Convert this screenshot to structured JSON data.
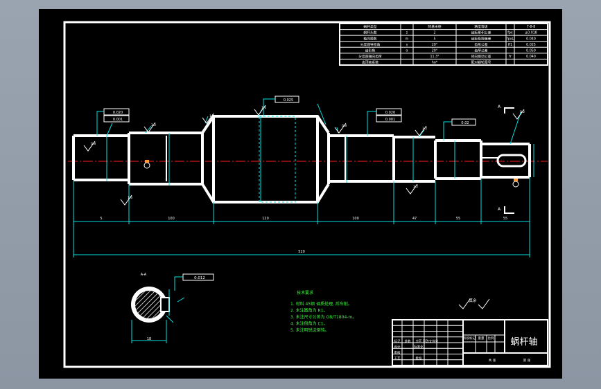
{
  "title_block": {
    "part_name": "蜗杆轴",
    "rows": [
      [
        "",
        "",
        "",
        ""
      ],
      [
        "标记",
        "处数",
        "分区",
        "更改文件号"
      ],
      [
        "设计",
        "",
        "标准化",
        ""
      ],
      [
        "审核",
        "",
        "",
        ""
      ],
      [
        "工艺",
        "",
        "批准",
        ""
      ]
    ],
    "right_labels": [
      "阶段标记",
      "重量",
      "比例",
      "共 张",
      "第 张"
    ]
  },
  "param_table": {
    "rows": [
      [
        "蜗杆类型",
        "",
        "阿基米德",
        "精度等级",
        "",
        "7-8-8"
      ],
      [
        "蜗杆头数",
        "z",
        "2",
        "齿距累积公差",
        "fpx",
        "±0.018"
      ],
      [
        "轴向模数",
        "m",
        "5",
        "齿距极限偏差",
        "fpxL",
        "0.040"
      ],
      [
        "分度圆导程角",
        "γ",
        "20°",
        "齿形公差",
        "ff1",
        "0.025"
      ],
      [
        "齿形角",
        "α",
        "20°",
        "齿厚公差",
        "",
        "0.050"
      ],
      [
        "分度圆轴向齿厚",
        "",
        "11.3°",
        "径向跳动公差",
        "fr",
        "0.040"
      ],
      [
        "齿顶高系数",
        "",
        "ha*",
        "配对蜗轮图号",
        "",
        ""
      ]
    ]
  },
  "dimensions": {
    "bottom_segments": [
      "5",
      "100",
      "120",
      "100",
      "47",
      "55",
      "55"
    ],
    "total": "520"
  },
  "tolerance_frames": {
    "left": [
      "0.020",
      "0.001"
    ],
    "center": "0.025",
    "right_a": [
      "0.020",
      "0.001"
    ],
    "right_b": "0.02",
    "section": "0.012"
  },
  "roughness_labels": [
    "0.8",
    "3.2",
    "1.6",
    "1.6",
    "0.8",
    "3.2",
    "1.6",
    "3.2",
    "3.2"
  ],
  "tech_requirements": {
    "heading": "技术要求",
    "lines": [
      "1. 材料 45钢 调质处理, 后车削。",
      "2. 未注圆角为 R1。",
      "3. 未注尺寸公差为 GB/T1804-m。",
      "4. 未注倒角为 C1。",
      "5. 未注明锐边倒钝。"
    ]
  },
  "surface_note": "其余",
  "section_label": "A-A",
  "section_width": "18",
  "view_markers": [
    "A",
    "A"
  ]
}
